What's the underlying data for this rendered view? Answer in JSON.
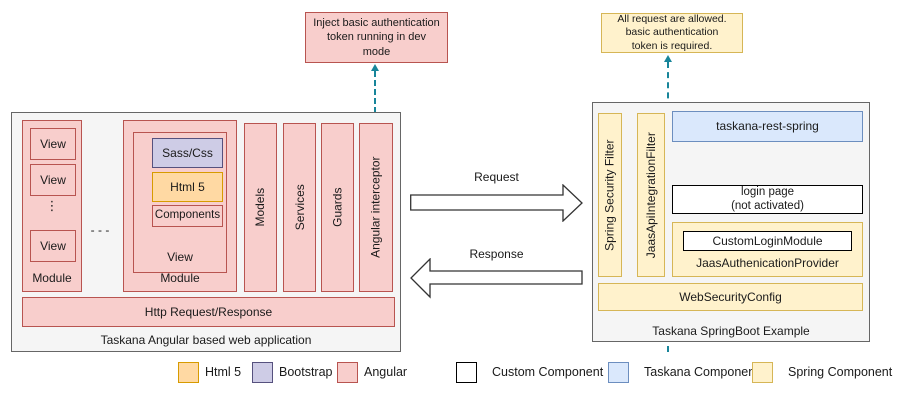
{
  "notes": {
    "dev_mode": [
      "Inject basic authentication",
      "token running in dev",
      "mode"
    ],
    "auth_required": [
      "All request are allowed.",
      "basic authentication",
      "token is required."
    ]
  },
  "left_app": {
    "title": "Taskana Angular based web application",
    "module1": {
      "label": "Module",
      "views": [
        "View",
        "View",
        "View"
      ],
      "vertical_ellipsis": "⋮"
    },
    "modules_gap_ellipsis": "- - -",
    "module2": {
      "label": "Module",
      "view_label": "View",
      "sass_css": "Sass/Css",
      "html5": "Html 5",
      "components": "Components"
    },
    "columns": [
      "Models",
      "Services",
      "Guards",
      "Angular interceptor"
    ],
    "http_bar": "Http Request/Response"
  },
  "arrows": {
    "request": "Request",
    "response": "Response"
  },
  "right_app": {
    "title": "Taskana SpringBoot Example",
    "filters": [
      "Spring Security Filter",
      "JaasApiIntegrationFilter"
    ],
    "rest": "taskana-rest-spring",
    "login_page_line1": "login page",
    "login_page_line2": "(not activated)",
    "provider": "JaasAuthenicationProvider",
    "custom_login": "CustomLoginModule",
    "web_security": "WebSecurityConfig"
  },
  "legend": [
    {
      "label": "Html 5"
    },
    {
      "label": "Bootstrap"
    },
    {
      "label": "Angular"
    },
    {
      "label": "Custom Component"
    },
    {
      "label": "Taskana Component"
    },
    {
      "label": "Spring Component"
    }
  ],
  "colors": {
    "angular_fill": "#f8cecc",
    "angular_stroke": "#b85450",
    "html5_fill": "#ffd9a3",
    "html5_stroke": "#d79b00",
    "bootstrap_fill": "#cecce6",
    "bootstrap_stroke": "#56517e",
    "spring_fill": "#fff2cc",
    "spring_stroke": "#d6b656",
    "taskana_fill": "#dae8fc",
    "taskana_stroke": "#6c8ebf",
    "custom_fill": "#ffffff",
    "custom_stroke": "#000000",
    "container_fill": "#f5f5f5",
    "container_stroke": "#666666",
    "dashed_connector": "#18859a"
  }
}
